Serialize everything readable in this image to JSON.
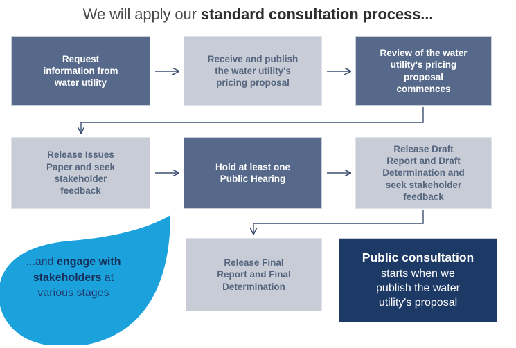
{
  "title": {
    "lead": "We will apply our ",
    "emphasis": "standard consultation process..."
  },
  "colors": {
    "dark_box": "#56698a",
    "light_box": "#c7ccd6",
    "navy_box": "#1d3a67",
    "teardrop": "#1ba2dc",
    "connector": "#3d4f70",
    "title_text": "#4a4a4a",
    "light_box_text": "#55657e"
  },
  "flow": {
    "row1": [
      {
        "id": "request",
        "style": "dark",
        "text": "Request\ninformation from\nwater utility"
      },
      {
        "id": "receive",
        "style": "light",
        "text": "Receive and publish\nthe water utility's\npricing proposal"
      },
      {
        "id": "review",
        "style": "dark",
        "text": "Review of the water\nutility's pricing\nproposal\ncommences"
      }
    ],
    "row2": [
      {
        "id": "issues",
        "style": "light",
        "text": "Release Issues\nPaper and seek\nstakeholder\nfeedback"
      },
      {
        "id": "hearing",
        "style": "dark",
        "text": "Hold at least one\nPublic Hearing"
      },
      {
        "id": "draft",
        "style": "light",
        "text": "Release Draft\nReport and Draft\nDetermination and\nseek stakeholder\nfeedback"
      }
    ],
    "row3": [
      {
        "id": "final",
        "style": "light",
        "text": "Release Final\nReport and Final\nDetermination"
      }
    ]
  },
  "callout_box": {
    "bold_line": "Public consultation",
    "rest": "starts when we\npublish the water\nutility's proposal"
  },
  "teardrop": {
    "line1_plain": "...and ",
    "line1_bold": "engage with",
    "line2_bold": "stakeholders",
    "line2_plain": " at",
    "line3": "various stages"
  },
  "connectors": [
    {
      "name": "arrow-request-to-receive",
      "type": "horizontal"
    },
    {
      "name": "arrow-receive-to-review",
      "type": "horizontal"
    },
    {
      "name": "arrow-review-to-issues",
      "type": "elbow-down-left"
    },
    {
      "name": "arrow-issues-to-hearing",
      "type": "horizontal"
    },
    {
      "name": "arrow-hearing-to-draft",
      "type": "horizontal"
    },
    {
      "name": "arrow-draft-to-final",
      "type": "elbow-down-left"
    }
  ]
}
